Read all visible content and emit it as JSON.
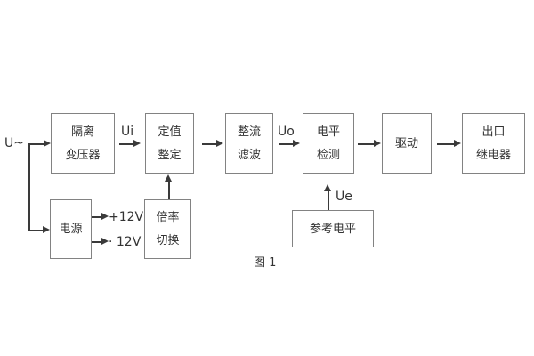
{
  "diagram": {
    "caption": "图 1",
    "input_label": "U~",
    "signals": {
      "ui": "Ui",
      "uo": "Uo",
      "ue": "Ue"
    },
    "power_rails": {
      "positive": "+12V",
      "negative": "· 12V"
    },
    "blocks": {
      "isolation_transformer": {
        "line1": "隔离",
        "line2": "变压器"
      },
      "value_setting": {
        "line1": "定值",
        "line2": "整定"
      },
      "rectify_filter": {
        "line1": "整流",
        "line2": "滤波"
      },
      "level_detection": {
        "line1": "电平",
        "line2": "检测"
      },
      "drive": {
        "line1": "驱动"
      },
      "outlet_relay": {
        "line1": "出口",
        "line2": "继电器"
      },
      "power_supply": {
        "line1": "电源"
      },
      "ratio_switch": {
        "line1": "倍率",
        "line2": "切换"
      },
      "reference_level": {
        "line1": "参考电平"
      }
    },
    "colors": {
      "background": "#ffffff",
      "box_border": "#828282",
      "connector": "#3a3a3a",
      "text": "#333333"
    }
  }
}
